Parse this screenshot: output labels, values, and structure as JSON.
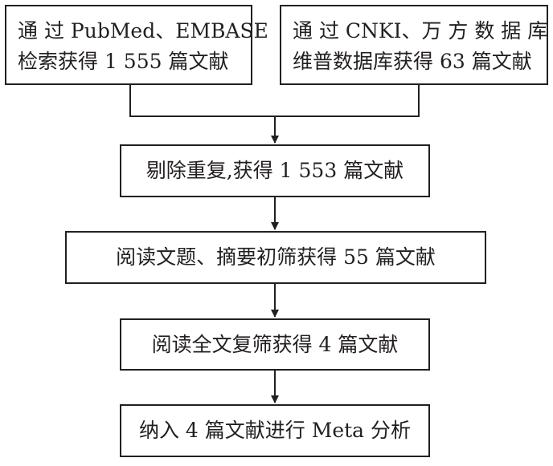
{
  "flowchart": {
    "source_left": {
      "line1": "通 过 PubMed、EMBASE",
      "line2": "检索获得 1 555 篇文献"
    },
    "source_right": {
      "line1": "通 过 CNKI、万 方 数 据 库 、",
      "line2": "维普数据库获得 63 篇文献"
    },
    "step_dedup": "剔除重复,获得 1 553 篇文献",
    "step_screen": "阅读文题、摘要初筛获得 55 篇文献",
    "step_fulltext": "阅读全文复筛获得 4 篇文献",
    "step_include": "纳入 4 篇文献进行 Meta 分析"
  }
}
